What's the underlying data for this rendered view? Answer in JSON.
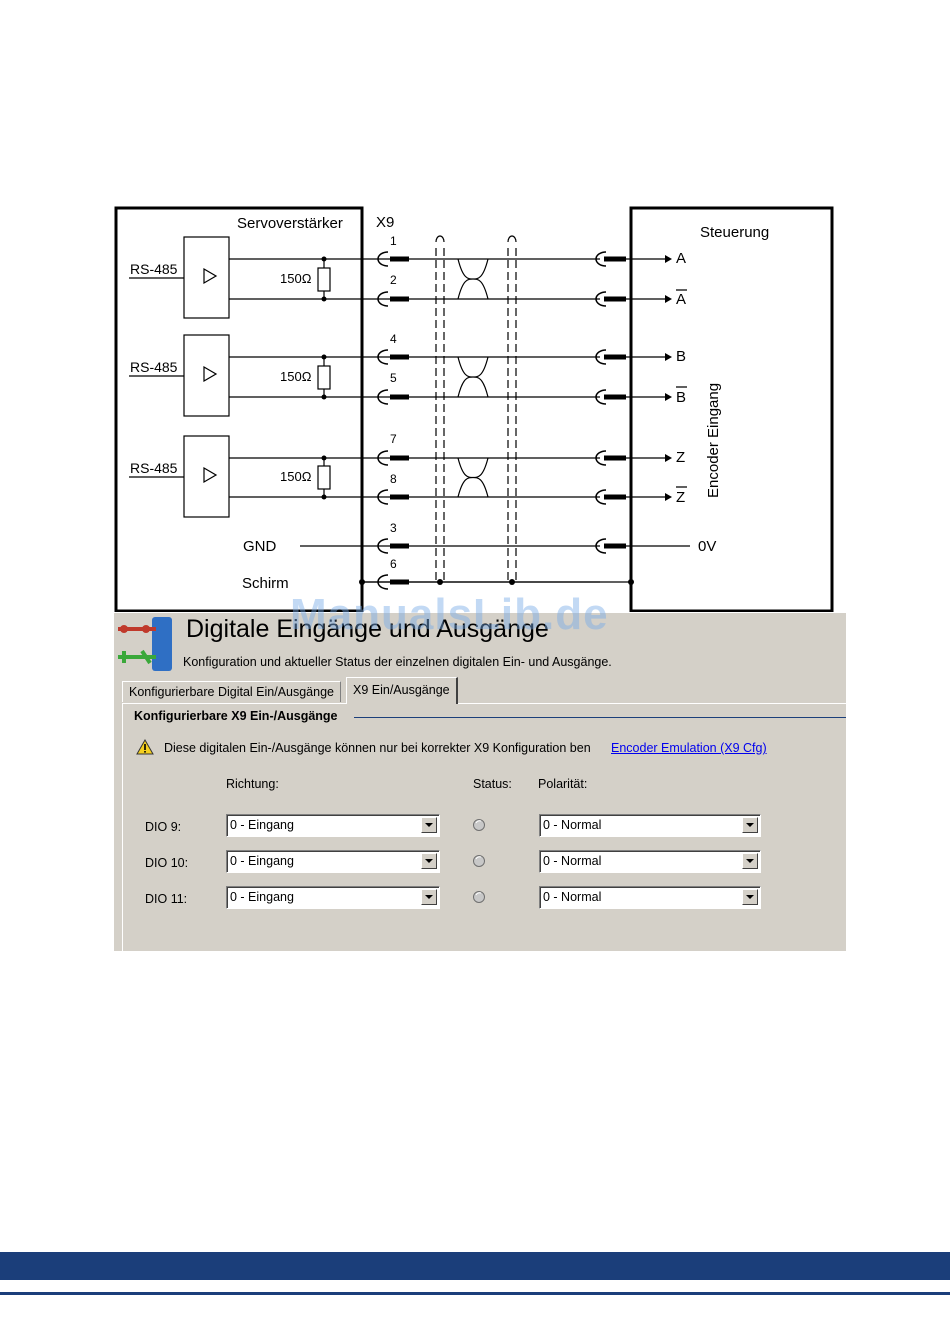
{
  "diagram": {
    "left_box_title": "Servoverstärker",
    "connector": "X9",
    "right_box_title": "Steuerung",
    "right_box_vertical": "Encoder Eingang",
    "rs485": [
      "RS-485",
      "RS-485",
      "RS-485"
    ],
    "resistor": [
      "150Ω",
      "150Ω",
      "150Ω"
    ],
    "pins": [
      "1",
      "2",
      "4",
      "5",
      "7",
      "8",
      "3",
      "6"
    ],
    "signals": [
      "A",
      "A",
      "B",
      "B",
      "Z",
      "Z"
    ],
    "gnd_label": "GND",
    "shield_label": "Schirm",
    "zero_v": "0V"
  },
  "watermark": "ManualsLib.de",
  "software": {
    "title": "Digitale Eingänge und Ausgänge",
    "subtitle": "Konfiguration und aktueller Status der einzelnen digitalen Ein- und Ausgänge.",
    "tabs": [
      "Konfigurierbare Digital Ein/Ausgänge",
      "X9 Ein/Ausgänge"
    ],
    "group_title": "Konfigurierbare X9 Ein-/Ausgänge",
    "warning_text": "Diese digitalen Ein-/Ausgänge können nur bei korrekter X9 Konfiguration ben",
    "warning_link": "Encoder Emulation (X9 Cfg)",
    "col_richtung": "Richtung:",
    "col_status": "Status:",
    "col_polaritaet": "Polarität:",
    "rows": [
      {
        "label": "DIO 9:",
        "richtung": "0 - Eingang",
        "polaritaet": "0 - Normal"
      },
      {
        "label": "DIO 10:",
        "richtung": "0 - Eingang",
        "polaritaet": "0 - Normal"
      },
      {
        "label": "DIO 11:",
        "richtung": "0 - Eingang",
        "polaritaet": "0 - Normal"
      }
    ]
  },
  "colors": {
    "footer": "#1b3e7a",
    "panel": "#d4d0c8",
    "link": "#0000ee"
  }
}
